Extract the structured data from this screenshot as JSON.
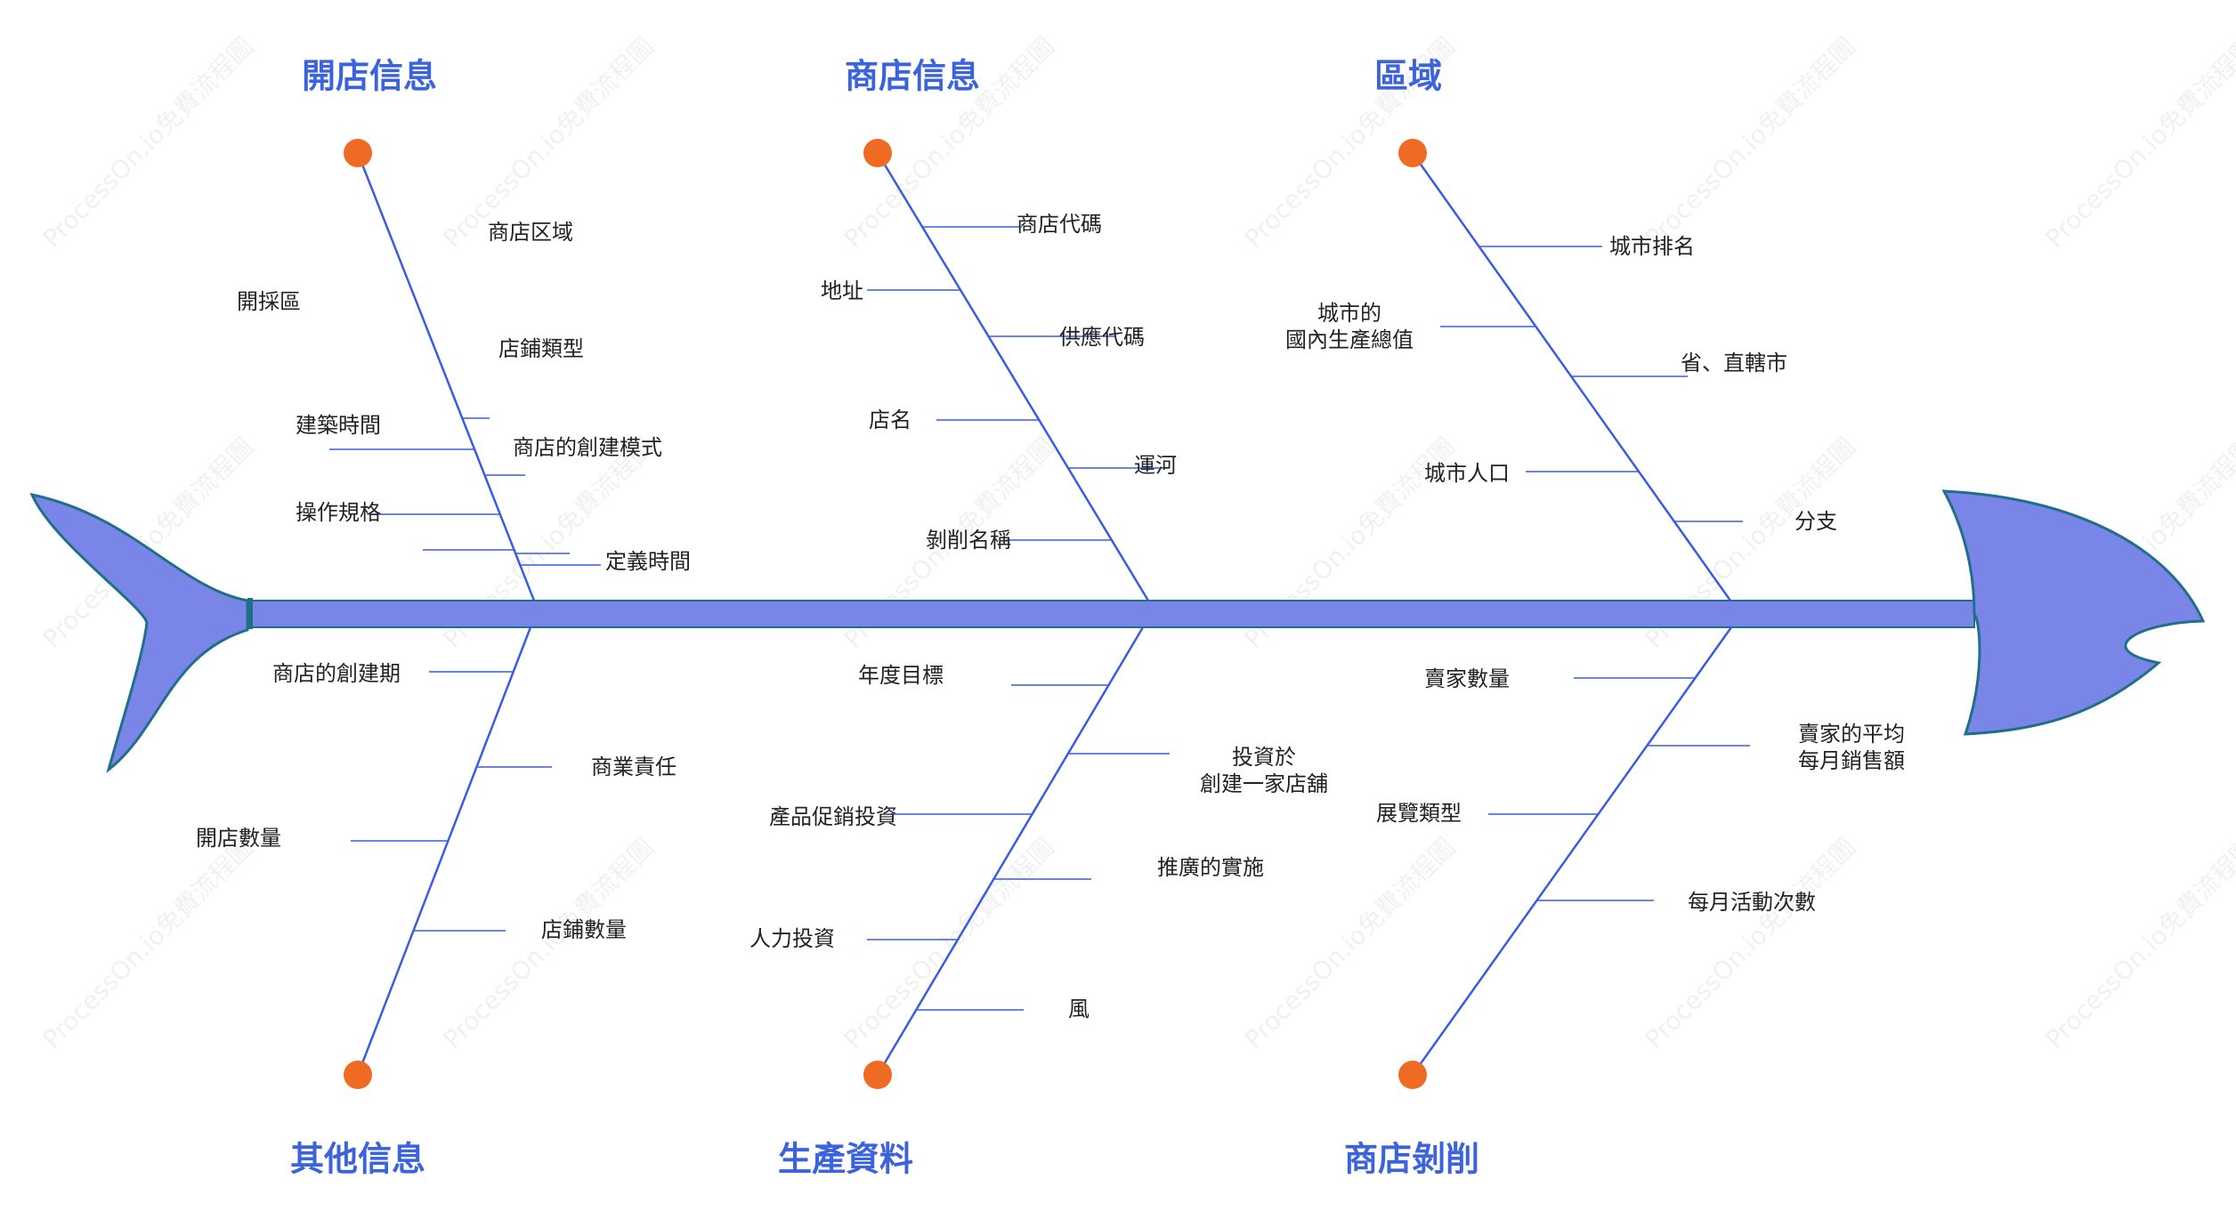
{
  "colors": {
    "fish": "#7a85e8",
    "fish_outline": "#1f6f8b",
    "bone": "#3a5ce0",
    "node": "#ef6a22",
    "title": "#3a63dc",
    "text": "#222222"
  },
  "watermark": "ProcessOn.io免費流程圖",
  "categories": [
    {
      "key": "top1",
      "title": "開店信息",
      "causes": [
        "商店区域",
        "開採區",
        "店鋪類型",
        "建築時間",
        "商店的創建模式",
        "操作規格",
        "定義時間"
      ]
    },
    {
      "key": "top2",
      "title": "商店信息",
      "causes": [
        "商店代碼",
        "地址",
        "供應代碼",
        "店名",
        "運河",
        "剝削名稱"
      ]
    },
    {
      "key": "top3",
      "title": "區域",
      "causes": [
        "城市排名",
        "城市的\n國內生產總值",
        "省、直轄市",
        "城市人口",
        "分支"
      ]
    },
    {
      "key": "bot1",
      "title": "其他信息",
      "causes": [
        "商店的創建期",
        "商業責任",
        "開店數量",
        "店鋪數量"
      ]
    },
    {
      "key": "bot2",
      "title": "生產資料",
      "causes": [
        "年度目標",
        "投資於\n創建一家店舖",
        "產品促銷投資",
        "推廣的實施",
        "人力投資",
        "風"
      ]
    },
    {
      "key": "bot3",
      "title": "商店剝削",
      "causes": [
        "賣家數量",
        "賣家的平均\n每月銷售額",
        "展覽類型",
        "每月活動次數"
      ]
    }
  ]
}
